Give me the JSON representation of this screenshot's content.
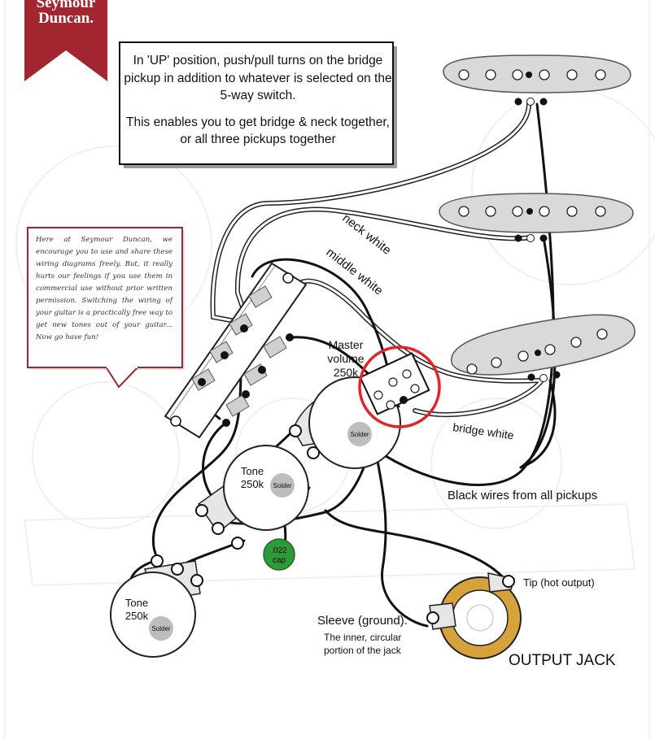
{
  "brand": {
    "line1": "Seymour",
    "line2": "Duncan."
  },
  "callout": {
    "line1": "In 'UP' position, push/pull turns on the bridge pickup in addition to whatever is selected on the 5-way switch.",
    "line2": "This enables you to get bridge & neck together, or all three pickups together"
  },
  "note": "Here at Seymour Duncan, we encourage you to use and share these wiring diagrams freely. But, it really hurts our feelings if you use them in commercial use without prior written permission. Switching the wiring of your guitar is a practically free way to get new tones out of your guitar... Now go have fun!",
  "labels": {
    "neck_white": "neck white",
    "middle_white": "middle white",
    "bridge_white": "bridge white",
    "black_wires": "Black wires from all pickups",
    "master_1": "Master",
    "master_2": "volume",
    "master_3": "250k",
    "tone1_1": "Tone",
    "tone1_2": "250k",
    "tone2_1": "Tone",
    "tone2_2": "250k",
    "solder": "Solder",
    "cap_1": ".022",
    "cap_2": "cap",
    "tip": "Tip (hot output)",
    "sleeve_1": "Sleeve (ground).",
    "sleeve_2": "The inner, circular",
    "sleeve_3": "portion of the jack",
    "output_jack": "OUTPUT JACK"
  },
  "colors": {
    "brand_red": "#a3252f",
    "highlight_circle": "#e0262b",
    "cap_green": "#2e9a3a",
    "jack_gold": "#d7a23c",
    "pickup_gray": "#d9d9d9",
    "solder_gray": "#bdbdbd"
  }
}
